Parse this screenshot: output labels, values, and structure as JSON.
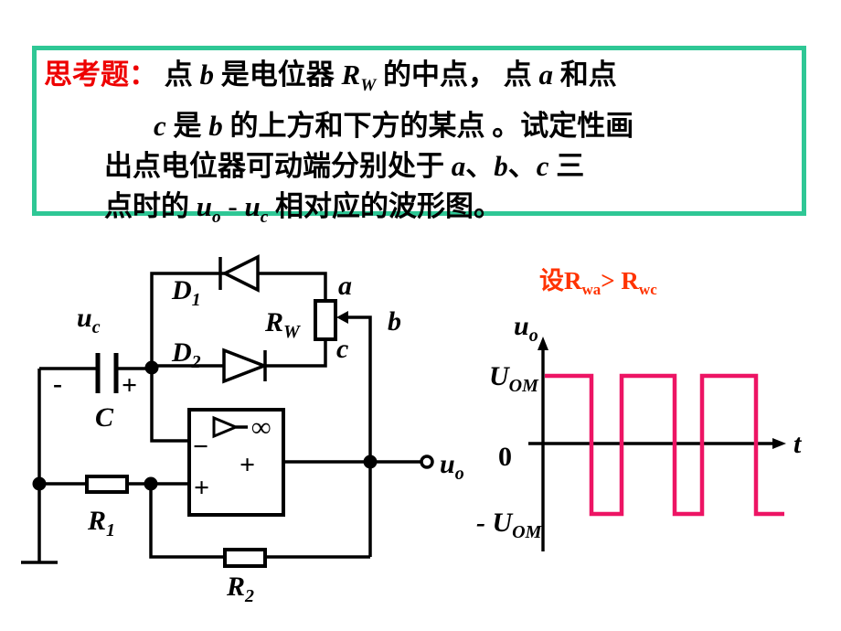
{
  "title_box": {
    "border_color": "#2fc795",
    "lines": [
      {
        "segments": [
          {
            "text": "思考题：",
            "cls": "red"
          },
          {
            "text": " 点 "
          },
          {
            "text": "b",
            "cls": "var"
          },
          {
            "text": " 是电位器 "
          },
          {
            "text": "R",
            "cls": "var",
            "sub": "W"
          },
          {
            "text": " 的中点， 点 "
          },
          {
            "text": "a",
            "cls": "var"
          },
          {
            "text": " 和点"
          }
        ]
      },
      {
        "segments": [
          {
            "text": "c",
            "cls": "var"
          },
          {
            "text": " 是 "
          },
          {
            "text": "b",
            "cls": "var"
          },
          {
            "text": " 的上方和下方的某点 。试定性画"
          }
        ]
      },
      {
        "segments": [
          {
            "text": "出点电位器可动端分别处于 "
          },
          {
            "text": "a",
            "cls": "var"
          },
          {
            "text": "、"
          },
          {
            "text": "b",
            "cls": "var"
          },
          {
            "text": "、"
          },
          {
            "text": "c",
            "cls": "var"
          },
          {
            "text": " 三"
          }
        ]
      },
      {
        "segments": [
          {
            "text": "点时的 "
          },
          {
            "text": "u",
            "cls": "var",
            "sub": "o"
          },
          {
            "text": " - "
          },
          {
            "text": "u",
            "cls": "var",
            "sub": "c"
          },
          {
            "text": " 相对应的波形图。"
          }
        ]
      }
    ]
  },
  "circuit": {
    "labels": {
      "uc": {
        "base": "u",
        "sub": "c"
      },
      "cap_minus": "-",
      "cap_plus": "+",
      "cap": "C",
      "d1": {
        "base": "D",
        "sub": "1"
      },
      "d2": {
        "base": "D",
        "sub": "2"
      },
      "rw": {
        "base": "R",
        "sub": "W"
      },
      "node_a": "a",
      "node_b": "b",
      "node_c": "c",
      "r1": {
        "base": "R",
        "sub": "1"
      },
      "r2": {
        "base": "R",
        "sub": "2"
      },
      "uo": {
        "base": "u",
        "sub": "o"
      },
      "opamp_gain": "∞",
      "opamp_inverting_marker": "−",
      "opamp_plus_output": "+",
      "opamp_plus_input": "+"
    }
  },
  "chart_data": {
    "type": "line",
    "title": "设Rwa> Rwc",
    "title_parts": {
      "p0": "设",
      "p1": "R",
      "p1_sub": "wa",
      "p2": "> ",
      "p3": "R",
      "p3_sub": "wc"
    },
    "title_color": "#ff3300",
    "line_color": "#ed1464",
    "ylabel": {
      "base": "u",
      "sub": "o"
    },
    "xlabel": "t",
    "origin_label": "0",
    "high_label": {
      "prefix": "",
      "base": "U",
      "sub": "OM"
    },
    "low_label": {
      "prefix": "- ",
      "base": "U",
      "sub": "OM"
    },
    "axis": {
      "grid": false,
      "legend": false,
      "y_levels": [
        1,
        0,
        -1
      ]
    },
    "waveform": {
      "description": "square wave between +UOM and -UOM, high intervals longer than low intervals since Rwa > Rwc",
      "t_units": "px",
      "segments": [
        {
          "level": 1,
          "t0": 0,
          "t1": 51
        },
        {
          "level": -1,
          "t0": 51,
          "t1": 84
        },
        {
          "level": 1,
          "t0": 84,
          "t1": 142
        },
        {
          "level": -1,
          "t0": 142,
          "t1": 172
        },
        {
          "level": 1,
          "t0": 172,
          "t1": 231
        },
        {
          "level": -1,
          "t0": 231,
          "t1": 262
        }
      ]
    }
  }
}
